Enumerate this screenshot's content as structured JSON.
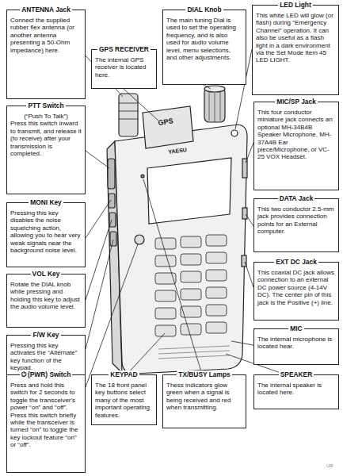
{
  "diagram": {
    "nodes": [
      {
        "text": [
          "ANTENNA Jack",
          "Connect the supplied rubber flex antenna (or another antenna presenting a 50-Ohm impedance) here."
        ]
      },
      {
        "text": [
          "GPS RECEIVER",
          "The internal GPS receiver is located here."
        ]
      },
      {
        "text": [
          "DIAL Knob",
          "The main tuning Dial is used to set the operating frequency, and is also used for audio volume level, menu selections, and other adjustments."
        ]
      },
      {
        "text": [
          "LED Light",
          "This white LED will glow (or flash) during “Emergency Channel” operation. It can also be useful as a flash light in a dark environment via the Set Mode Item 45 LED LIGHT."
        ]
      },
      {
        "text": [
          "PTT Switch",
          "(“Push To Talk”)",
          "Press this switch inward to transmit, and release it (to receive) after your transmission is completed."
        ]
      },
      {
        "text": [
          "MIC/SP Jack",
          "This four conductor miniature jack connects an optional MH-34B4B Speaker Microphone, MH-37A4B Ear piece/Microphone, or VC-25 VOX Headset."
        ]
      },
      {
        "text": [
          "MONI Key",
          "Pressing this key disables the noise squelching action, allowing you to hear very weak signals near the background noise level."
        ]
      },
      {
        "text": [
          "DATA Jack",
          "This two conductor 2.5-mm jack provides connection points for an External computer."
        ]
      },
      {
        "text": [
          "VOL Key",
          "Rotate the DIAL knob while pressing and holding this key to adjust the audio volume level."
        ]
      },
      {
        "text": [
          "EXT DC Jack",
          "This coaxial DC jack allows connection to an external DC power source (4-14V DC). The center pin of this jack is the Positive (+) line."
        ]
      },
      {
        "text": [
          "F/W Key",
          "Pressing this key activates the “Alternate” key function of the keypad."
        ]
      },
      {
        "text": [
          "MIC",
          "The internal microphone is located hear."
        ]
      },
      {
        "text": [
          "⏻ (PWR) Switch",
          "Press and hold this switch for 2 seconds to toggle the transceiver's power “on” and “off”. Press this switch briefly while the transceiver is turned “on” to toggle the key lockout feature “on” or “off”."
        ]
      },
      {
        "text": [
          "KEYPAD",
          "The 18 front panel key buttons select many of the most important operating features."
        ]
      },
      {
        "text": [
          "TX/BUSY Lamps",
          "Thess indicators glow green when a signal is being received and red when transmitting."
        ]
      },
      {
        "text": [
          "SPEAKER",
          "The internal speaker is located here."
        ]
      }
    ],
    "labels": [
      "GPS",
      "YAESU",
      "UR"
    ]
  }
}
